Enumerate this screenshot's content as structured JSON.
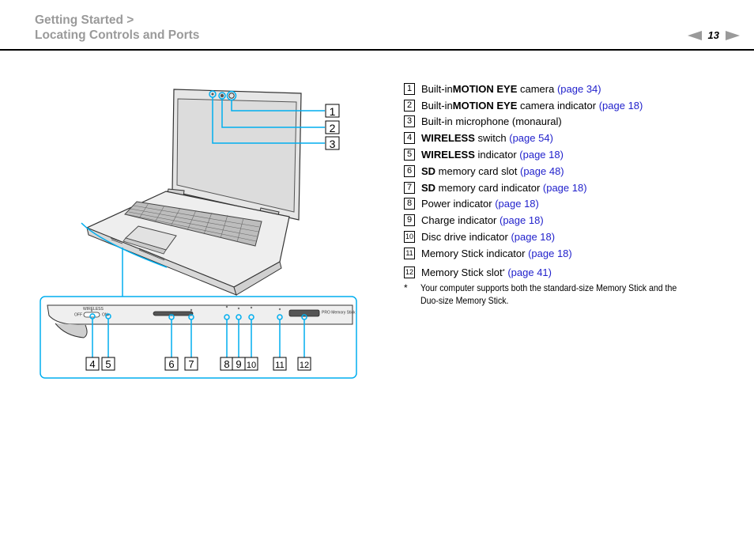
{
  "header": {
    "breadcrumb_line1": "Getting Started >",
    "breadcrumb_line2": "Locating Controls and Ports",
    "page_number": "13"
  },
  "callouts": [
    "1",
    "2",
    "3",
    "4",
    "5",
    "6",
    "7",
    "8",
    "9",
    "10",
    "11",
    "12"
  ],
  "figure_text": {
    "wireless_label": "WIRELESS",
    "off_label": "OFF",
    "on_label": "ON",
    "memorystick_label": "PRO Memory Stick"
  },
  "legend": [
    {
      "num": "1",
      "pre": "Built-in ",
      "bold": "MOTION EYE",
      "post": " camera ",
      "link": "(page 34)"
    },
    {
      "num": "2",
      "pre": "Built-in ",
      "bold": "MOTION EYE",
      "post": " camera indicator ",
      "link": "(page 18)"
    },
    {
      "num": "3",
      "pre": "Built-in microphone (monaural)",
      "bold": "",
      "post": "",
      "link": ""
    },
    {
      "num": "4",
      "pre": "",
      "bold": "WIRELESS",
      "post": " switch ",
      "link": "(page 54)"
    },
    {
      "num": "5",
      "pre": "",
      "bold": "WIRELESS",
      "post": " indicator ",
      "link": "(page 18)"
    },
    {
      "num": "6",
      "pre": "",
      "bold": "SD",
      "post": " memory card slot ",
      "link": "(page 48)"
    },
    {
      "num": "7",
      "pre": "",
      "bold": "SD",
      "post": " memory card indicator ",
      "link": "(page 18)"
    },
    {
      "num": "8",
      "pre": "Power indicator ",
      "bold": "",
      "post": "",
      "link": "(page 18)"
    },
    {
      "num": "9",
      "pre": "Charge indicator ",
      "bold": "",
      "post": "",
      "link": "(page 18)"
    },
    {
      "num": "10",
      "pre": "Disc drive indicator ",
      "bold": "",
      "post": "",
      "link": "(page 18)"
    },
    {
      "num": "11",
      "pre": "Memory Stick indicator ",
      "bold": "",
      "post": "",
      "link": "(page 18)"
    }
  ],
  "legend_last": {
    "num": "12",
    "pre": "Memory Stick slot",
    "sup": "*",
    "link": "(page 41)"
  },
  "footnote": {
    "mark": "*",
    "text": "Your computer supports both the standard-size Memory Stick and the Duo-size Memory Stick."
  },
  "colors": {
    "callout": "#00aeef",
    "link": "#2222cc",
    "header_gray": "#9a9a9a"
  },
  "icons": [
    "arrow-left-icon",
    "arrow-right-icon"
  ]
}
